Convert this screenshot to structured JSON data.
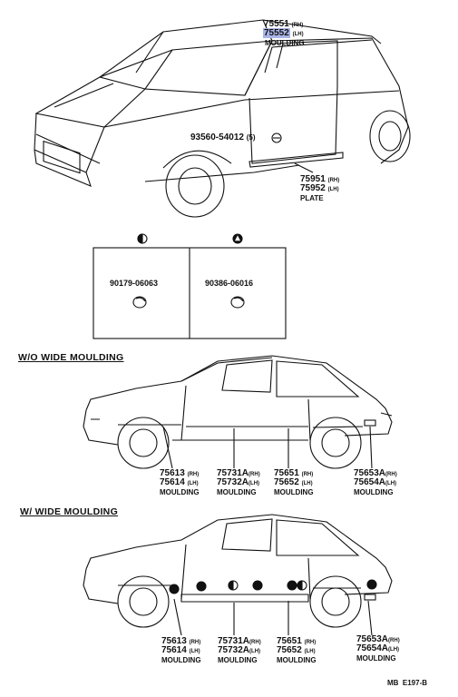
{
  "top_view": {
    "roof_moulding": {
      "rh": "75551",
      "rh_tag": "(RH)",
      "lh": "75552",
      "lh_tag": "(LH)",
      "name": "MOULDING"
    },
    "screw": {
      "part": "93560-54012",
      "qty": "(5)"
    },
    "plate": {
      "rh": "75951",
      "rh_tag": "(RH)",
      "lh": "75952",
      "lh_tag": "(LH)",
      "name": "PLATE"
    }
  },
  "clip_box": {
    "left": {
      "part": "90179-06063"
    },
    "right": {
      "part": "90386-06016"
    }
  },
  "wo_wide": {
    "heading": "W/O WIDE MOULDING",
    "front": {
      "rh": "75613",
      "rh_tag": "(RH)",
      "lh": "75614",
      "lh_tag": "(LH)",
      "name": "MOULDING"
    },
    "door": {
      "rh": "75731A",
      "rh_tag": "(RH)",
      "lh": "75732A",
      "lh_tag": "(LH)",
      "name": "MOULDING"
    },
    "quarter": {
      "rh": "75651",
      "rh_tag": "(RH)",
      "lh": "75652",
      "lh_tag": "(LH)",
      "name": "MOULDING"
    },
    "rear": {
      "rh": "75653A",
      "rh_tag": "(RH)",
      "lh": "75654A",
      "lh_tag": "(LH)",
      "name": "MOULDING"
    }
  },
  "w_wide": {
    "heading": "W/ WIDE MOULDING",
    "front": {
      "rh": "75613",
      "rh_tag": "(RH)",
      "lh": "75614",
      "lh_tag": "(LH)",
      "name": "MOULDING"
    },
    "door": {
      "rh": "75731A",
      "rh_tag": "(RH)",
      "lh": "75732A",
      "lh_tag": "(LH)",
      "name": "MOULDING"
    },
    "quarter": {
      "rh": "75651",
      "rh_tag": "(RH)",
      "lh": "75652",
      "lh_tag": "(LH)",
      "name": "MOULDING"
    },
    "rear": {
      "rh": "75653A",
      "rh_tag": "(RH)",
      "lh": "75654A",
      "lh_tag": "(LH)",
      "name": "MOULDING"
    }
  },
  "footer_code": "MB  E197-B",
  "colors": {
    "highlight": "#a9b4e6",
    "ink": "#111111"
  }
}
